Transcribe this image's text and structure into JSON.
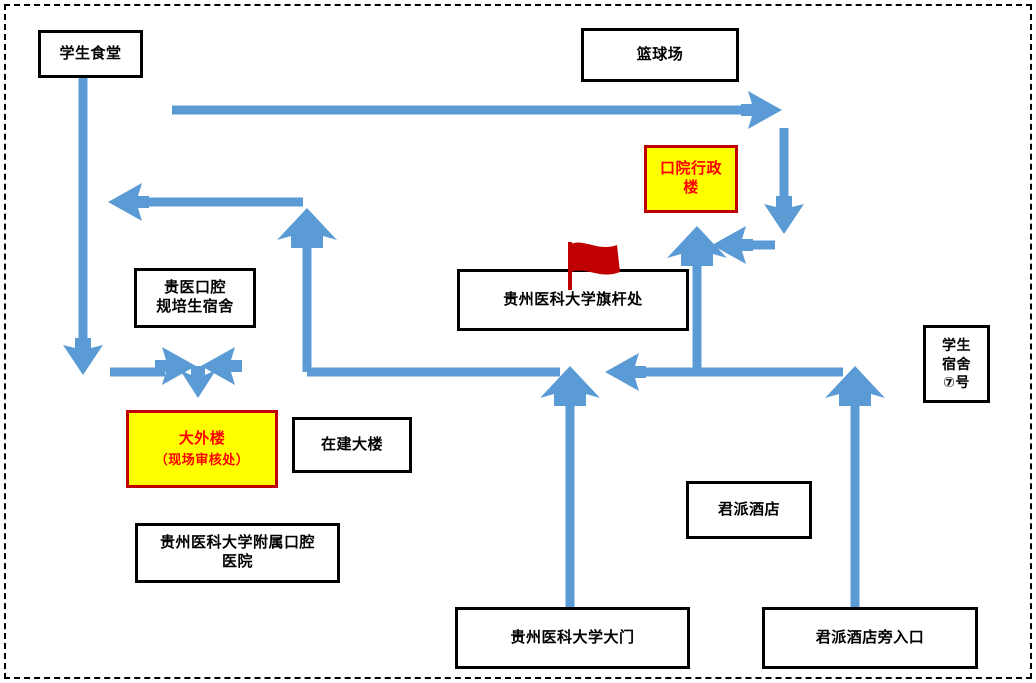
{
  "diagram": {
    "type": "campus-route-map",
    "border_style": "dashed",
    "colors": {
      "arrow": "#5B9BD5",
      "node_border": "#000000",
      "node_fill": "#FFFFFF",
      "highlight_fill": "#FFFF00",
      "highlight_border": "#C00000",
      "highlight_text": "#FF0000",
      "flag": "#C00000"
    },
    "nodes": [
      {
        "id": "student-canteen",
        "label": "学生食堂",
        "highlight": false
      },
      {
        "id": "basketball-court",
        "label": "篮球场",
        "highlight": false
      },
      {
        "id": "dental-admin-building",
        "label": "口院行政\n楼",
        "highlight": true
      },
      {
        "id": "dental-trainee-dorm",
        "label": "贵医口腔\n规培生宿舍",
        "highlight": false
      },
      {
        "id": "flagpole-area",
        "label": "贵州医科大学旗杆处",
        "highlight": false
      },
      {
        "id": "student-dorm-7",
        "label": "学生\n宿舍\n⑦号",
        "highlight": false
      },
      {
        "id": "dawai-building",
        "label": "大外楼",
        "sub": "（现场审核处）",
        "highlight": true
      },
      {
        "id": "building-under-construction",
        "label": "在建大楼",
        "highlight": false
      },
      {
        "id": "affiliated-stomatology-hospital",
        "label": "贵州医科大学附属口腔\n医院",
        "highlight": false
      },
      {
        "id": "junpai-hotel",
        "label": "君派酒店",
        "highlight": false
      },
      {
        "id": "university-main-gate",
        "label": "贵州医科大学大门",
        "highlight": false
      },
      {
        "id": "entrance-beside-junpai-hotel",
        "label": "君派酒店旁入口",
        "highlight": false
      }
    ],
    "flag_icon": "red-flag-icon"
  }
}
